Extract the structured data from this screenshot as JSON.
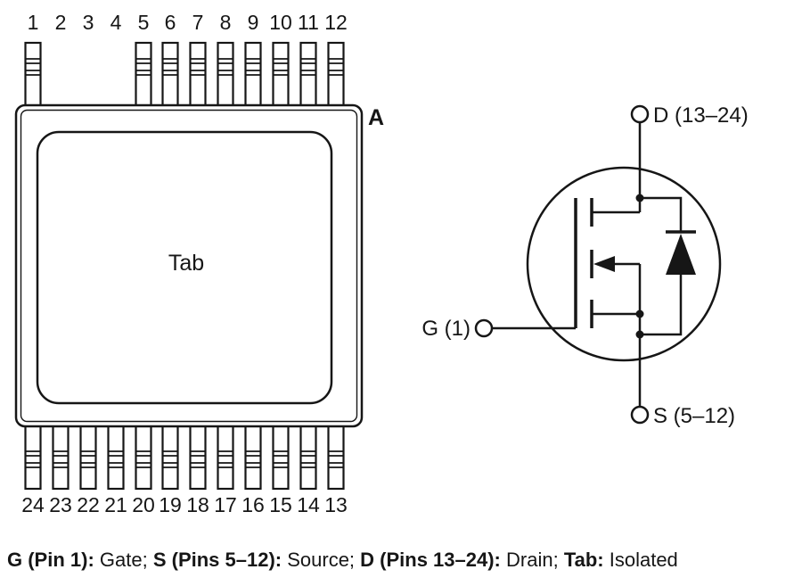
{
  "figure": {
    "package": {
      "corner_label": "A",
      "tab_label": "Tab",
      "top_pins": [
        "1",
        "2",
        "3",
        "4",
        "5",
        "6",
        "7",
        "8",
        "9",
        "10",
        "11",
        "12"
      ],
      "bottom_pins": [
        "24",
        "23",
        "22",
        "21",
        "20",
        "19",
        "18",
        "17",
        "16",
        "15",
        "14",
        "13"
      ]
    },
    "symbol": {
      "drain_label": "D (13–24)",
      "gate_label": "G (1)",
      "source_label": "S (5–12)"
    },
    "caption": {
      "segments": [
        {
          "bold": "G (Pin 1):",
          "normal": " Gate; "
        },
        {
          "bold": "S (Pins 5–12):",
          "normal": " Source; "
        },
        {
          "bold": "D (Pins 13–24):",
          "normal": " Drain; "
        },
        {
          "bold": "Tab:",
          "normal": " Isolated"
        }
      ]
    },
    "colors": {
      "ink": "#161616",
      "background": "#ffffff"
    }
  }
}
